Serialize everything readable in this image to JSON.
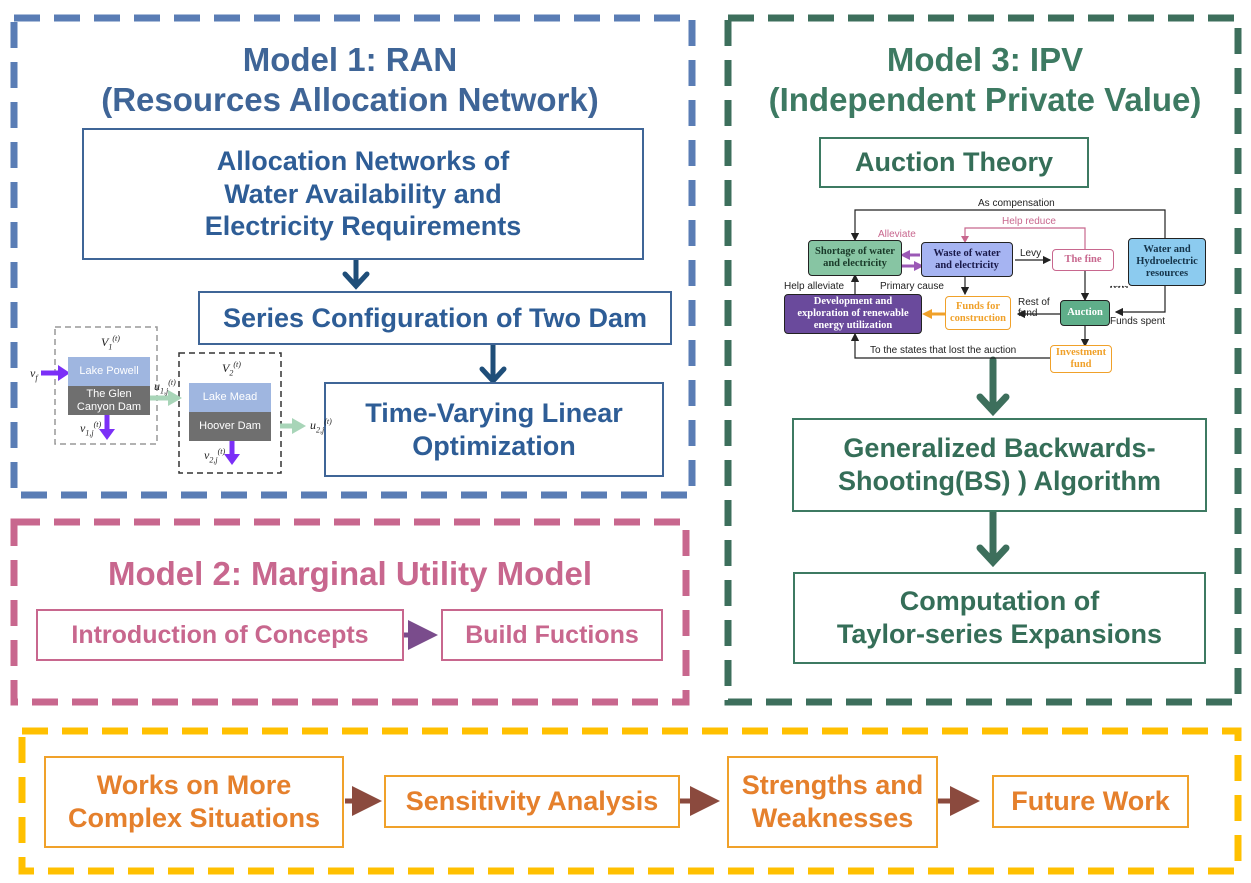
{
  "model1": {
    "title_line1": "Model 1: RAN",
    "title_line2": "(Resources Allocation Network)",
    "box_alloc_line1": "Allocation Networks of",
    "box_alloc_line2": "Water Availability and",
    "box_alloc_line3": "Electricity Requirements",
    "box_series": "Series Configuration of Two Dam",
    "box_time_line1": "Time-Varying Linear",
    "box_time_line2": "Optimization",
    "dam_diagram": {
      "lake_powell": "Lake Powell",
      "glen_line1": "The  Glen",
      "glen_line2": "Canyon Dam",
      "lake_mead": "Lake Mead",
      "hoover": "Hoover Dam"
    }
  },
  "model2": {
    "title": "Model 2: Marginal Utility Model",
    "box_intro": "Introduction of Concepts",
    "box_build": "Build Fuctions"
  },
  "model3": {
    "title_line1": "Model 3: IPV",
    "title_line2": "(Independent Private Value)",
    "box_auction": "Auction Theory",
    "box_bs_line1": "Generalized Backwards-",
    "box_bs_line2": "Shooting(BS) ) Algorithm",
    "box_taylor_line1": "Computation of",
    "box_taylor_line2": "Taylor-series Expansions",
    "flow": {
      "shortage_line1": "Shortage of water",
      "shortage_line2": "and electricity",
      "waste_line1": "Waste of water",
      "waste_line2": "and electricity",
      "fine": "The fine",
      "resources_line1": "Water and",
      "resources_line2": "Hydroelectric",
      "resources_line3": "resources",
      "development_line1": "Development and",
      "development_line2": "exploration of renewable",
      "development_line3": "energy utilization",
      "funds_line1": "Funds for",
      "funds_line2": "construction",
      "auction": "Auction",
      "investment_line1": "Investment",
      "investment_line2": "fund",
      "as_compensation": "As compensation",
      "help_reduce": "Help reduce",
      "alleviate": "Alleviate",
      "levy": "Levy",
      "help_alleviate": "Help alleviate",
      "primary_cause": "Primary cause",
      "rest_of_line1": "Rest of",
      "rest_of_line2": "fund",
      "funds_spent": "Funds spent",
      "states_lost": "To the states that lost the auction",
      "ellipsis": "......"
    }
  },
  "bottom": {
    "box_works_line1": "Works on More",
    "box_works_line2": "Complex Situations",
    "box_sensitivity": "Sensitivity Analysis",
    "box_strengths_line1": "Strengths and",
    "box_strengths_line2": "Weaknesses",
    "box_future": "Future Work"
  },
  "colors": {
    "blue": "#5a7db5",
    "pink": "#c8678e",
    "green": "#3d6f5c",
    "orange": "#ffc000"
  }
}
